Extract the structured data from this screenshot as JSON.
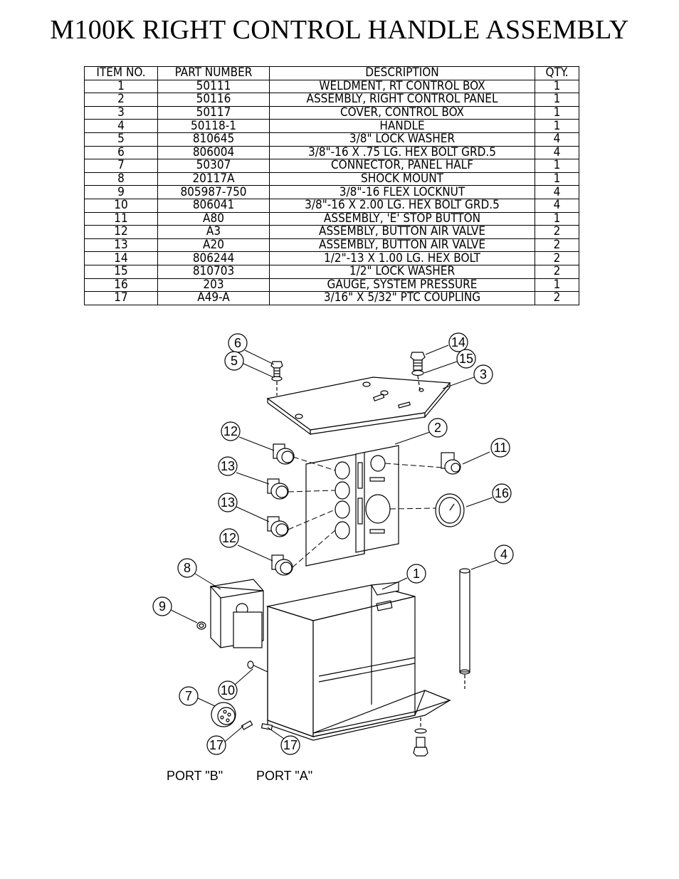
{
  "title": "M100K RIGHT CONTROL HANDLE ASSEMBLY",
  "bom": {
    "headers": [
      "ITEM NO.",
      "PART NUMBER",
      "DESCRIPTION",
      "QTY."
    ],
    "rows": [
      [
        "1",
        "50111",
        "WELDMENT, RT CONTROL BOX",
        "1"
      ],
      [
        "2",
        "50116",
        "ASSEMBLY, RIGHT CONTROL PANEL",
        "1"
      ],
      [
        "3",
        "50117",
        "COVER, CONTROL BOX",
        "1"
      ],
      [
        "4",
        "50118-1",
        "HANDLE",
        "1"
      ],
      [
        "5",
        "810645",
        "3/8\"  LOCK WASHER",
        "4"
      ],
      [
        "6",
        "806004",
        "3/8\"-16 X .75 LG. HEX BOLT GRD.5",
        "4"
      ],
      [
        "7",
        "50307",
        "CONNECTOR, PANEL HALF",
        "1"
      ],
      [
        "8",
        "20117A",
        "SHOCK MOUNT",
        "1"
      ],
      [
        "9",
        "805987-750",
        "3/8\"-16 FLEX LOCKNUT",
        "4"
      ],
      [
        "10",
        "806041",
        "3/8\"-16 X 2.00 LG. HEX BOLT GRD.5",
        "4"
      ],
      [
        "11",
        "A80",
        "ASSEMBLY, 'E' STOP BUTTON",
        "1"
      ],
      [
        "12",
        "A3",
        "ASSEMBLY, BUTTON AIR VALVE",
        "2"
      ],
      [
        "13",
        "A20",
        "ASSEMBLY, BUTTON AIR VALVE",
        "2"
      ],
      [
        "14",
        "806244",
        "1/2\"-13 X 1.00 LG. HEX BOLT",
        "2"
      ],
      [
        "15",
        "810703",
        "1/2\" LOCK WASHER",
        "2"
      ],
      [
        "16",
        "203",
        "GAUGE, SYSTEM PRESSURE",
        "1"
      ],
      [
        "17",
        "A49-A",
        "3/16\" X 5/32\" PTC COUPLING",
        "2"
      ]
    ]
  },
  "balloons": {
    "b6": "6",
    "b5": "5",
    "b14": "14",
    "b15": "15",
    "b3": "3",
    "b12a": "12",
    "b2": "2",
    "b11": "11",
    "b13a": "13",
    "b16": "16",
    "b13b": "13",
    "b12b": "12",
    "b4": "4",
    "b8": "8",
    "b1": "1",
    "b9": "9",
    "b10": "10",
    "b7": "7",
    "b17a": "17",
    "b17b": "17"
  },
  "ports": {
    "port_b": "PORT \"B\"",
    "port_a": "PORT \"A\""
  }
}
